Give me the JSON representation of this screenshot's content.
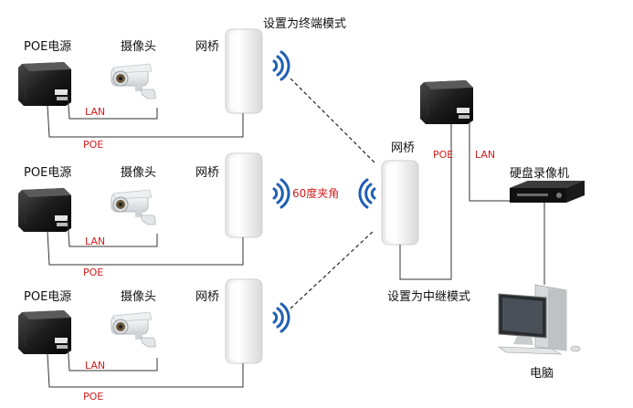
{
  "rows": [
    {
      "power_label": "POE电源",
      "camera_label": "摄像头",
      "bridge_label": "网桥",
      "lan": "LAN",
      "poe": "POE"
    },
    {
      "power_label": "POE电源",
      "camera_label": "摄像头",
      "bridge_label": "网桥",
      "lan": "LAN",
      "poe": "POE"
    },
    {
      "power_label": "POE电源",
      "camera_label": "摄像头",
      "bridge_label": "网桥",
      "lan": "LAN",
      "poe": "POE"
    }
  ],
  "top_note": "设置为终端模式",
  "angle_note": "60度夹角",
  "center": {
    "bridge_label": "网桥",
    "poe": "POE",
    "lan": "LAN",
    "note": "设置为中继模式"
  },
  "nvr_label": "硬盘录像机",
  "pc_label": "电脑",
  "colors": {
    "accent_red": "#d21e1e",
    "signal_blue": "#1e5fb4",
    "line": "#333333"
  }
}
